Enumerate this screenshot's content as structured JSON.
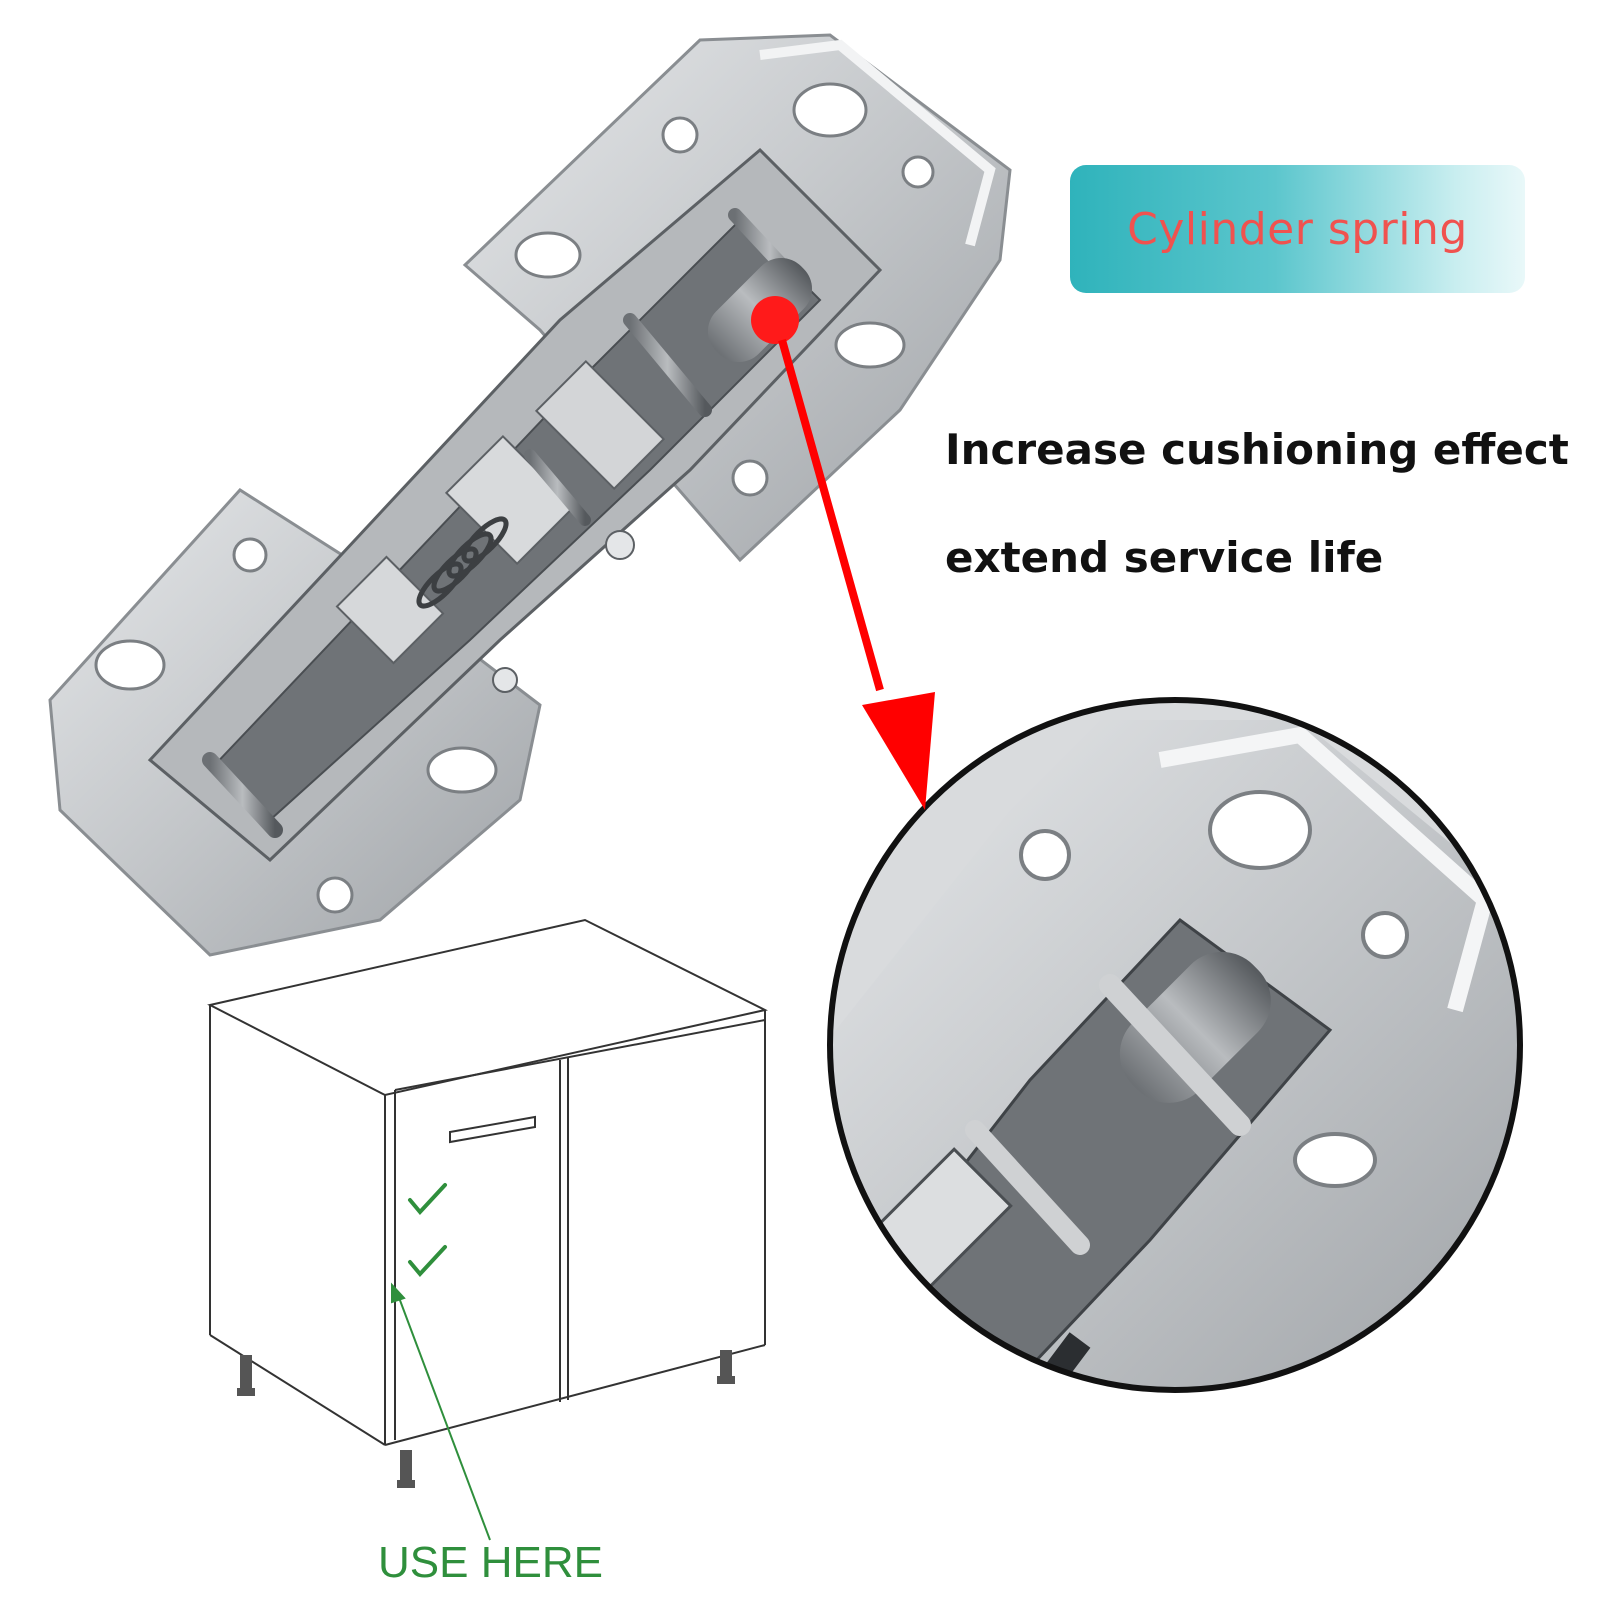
{
  "callout": {
    "label": "Cylinder spring",
    "label_color": "#f0524f",
    "badge_color_start": "#2fb3bb",
    "badge_color_end": "#e9f8f9"
  },
  "benefits": {
    "line1": "Increase cushioning effect",
    "line2": "extend service life"
  },
  "installation": {
    "label": "USE HERE",
    "label_color": "#2f8f3c",
    "check_icon": "check-mark-icon"
  },
  "colors": {
    "arrow": "#ff0000",
    "metal": "#c7c9cc",
    "outline": "#111111"
  }
}
